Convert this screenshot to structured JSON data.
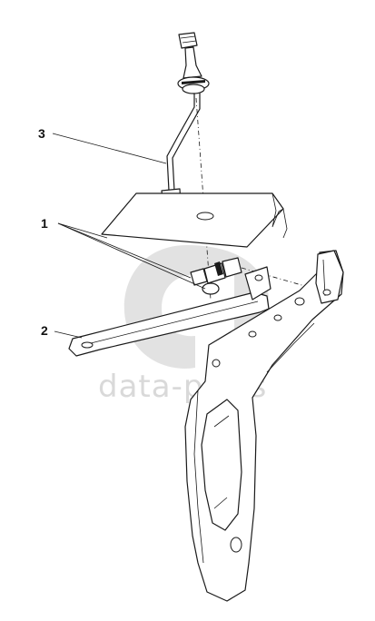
{
  "diagram": {
    "callouts": [
      {
        "id": "3",
        "label": "3"
      },
      {
        "id": "1",
        "label": "1"
      },
      {
        "id": "2",
        "label": "2"
      }
    ],
    "watermark": {
      "text": "data-parts",
      "color": "#d9d9d9"
    },
    "line_color": "#1a1a1a",
    "background": "#ffffff"
  }
}
